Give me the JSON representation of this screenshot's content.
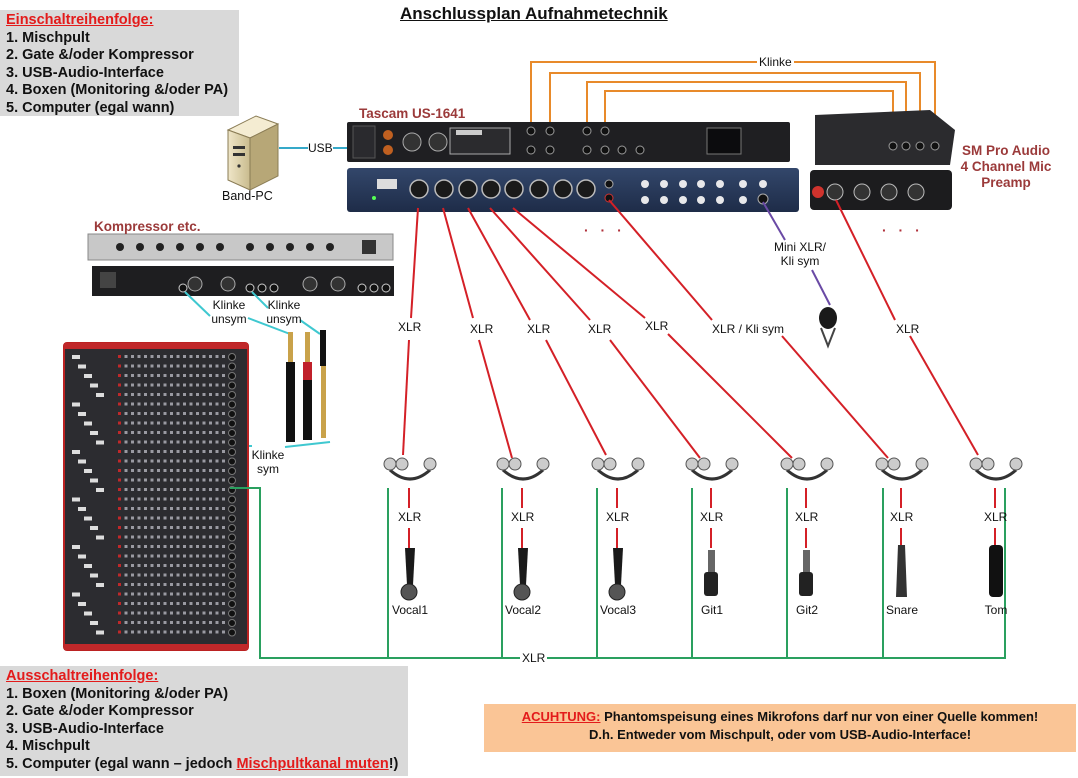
{
  "title": "Anschlussplan Aufnahmetechnik",
  "power_on": {
    "heading": "Einschaltreihenfolge:",
    "items": [
      "1. Mischpult",
      "2. Gate &/oder Kompressor",
      "3. USB-Audio-Interface",
      "4. Boxen (Monitoring &/oder PA)",
      "5. Computer (egal wann)"
    ]
  },
  "power_off": {
    "heading": "Ausschaltreihenfolge:",
    "items": [
      "1. Boxen (Monitoring &/oder PA)",
      "2. Gate &/oder Kompressor",
      "3. USB-Audio-Interface",
      "4. Mischpult"
    ],
    "item5_prefix": "5. Computer (egal wann – jedoch ",
    "item5_highlight": "Mischpultkanal muten",
    "item5_suffix": "!)"
  },
  "warning": {
    "label": "ACUHTUNG:",
    "line1": " Phantomspeisung eines Mikrofons darf nur von einer Quelle kommen!",
    "line2": "D.h. Entweder vom Mischpult, oder vom USB-Audio-Interface!"
  },
  "devices": {
    "pc": "Band-PC",
    "tascam": "Tascam US-1641",
    "smpro": [
      "SM Pro Audio",
      "4 Channel Mic",
      "Preamp"
    ],
    "compressor": "Kompressor etc."
  },
  "cables": {
    "usb": "USB",
    "klinke": "Klinke",
    "klinke_unsym": [
      "Klinke",
      "unsym"
    ],
    "klinke_sym": [
      "Klinke",
      "sym"
    ],
    "mini_xlr": [
      "Mini XLR/",
      "Kli sym"
    ],
    "xlr": "XLR",
    "xlr_kli_sym": "XLR / Kli sym",
    "more": "· · ·"
  },
  "mics": [
    {
      "name": "Vocal1",
      "type": "dynamic"
    },
    {
      "name": "Vocal2",
      "type": "dynamic"
    },
    {
      "name": "Vocal3",
      "type": "dynamic"
    },
    {
      "name": "Git1",
      "type": "instrument"
    },
    {
      "name": "Git2",
      "type": "instrument"
    },
    {
      "name": "Snare",
      "type": "pencil"
    },
    {
      "name": "Tom",
      "type": "clip"
    }
  ],
  "colors": {
    "usb_line": "#35a9c9",
    "klinke_line": "#e88a2a",
    "xlr_line": "#d42027",
    "green_line": "#2aa05f",
    "mini_xlr_line": "#6a4aa5",
    "aux_line": "#3fc8d0",
    "heading_red": "#e31b1b",
    "device_label": "#9b3a3a"
  }
}
